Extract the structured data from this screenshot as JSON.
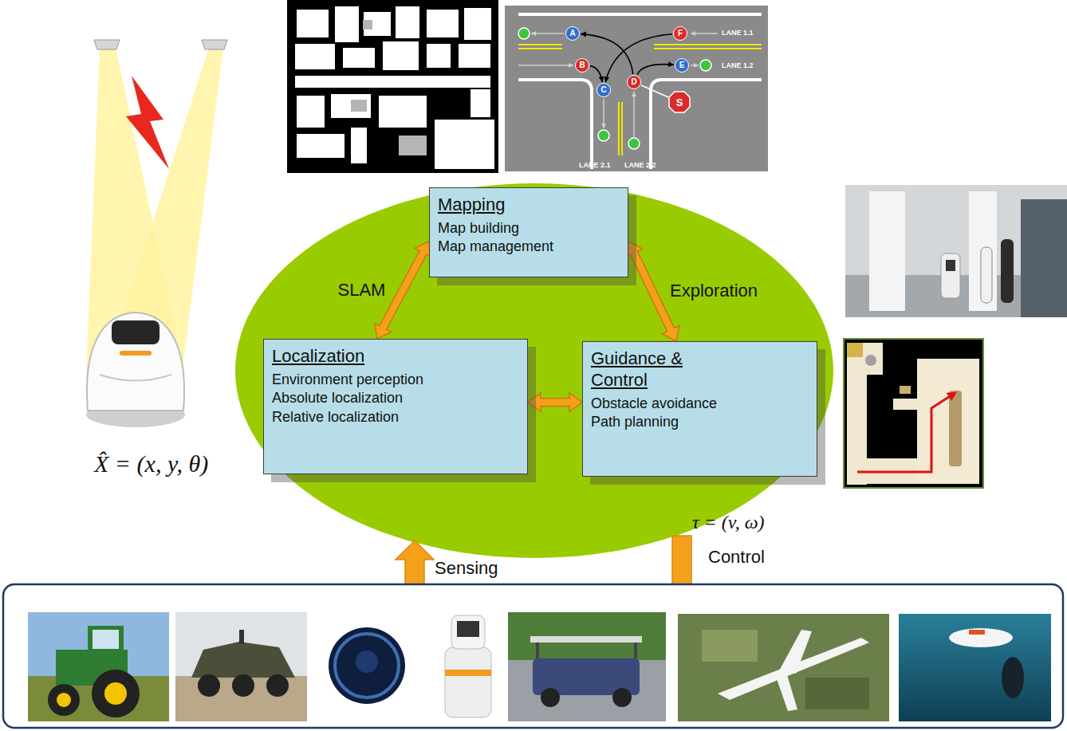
{
  "diagram": {
    "nodes": [
      {
        "text": [
          "A"
        ]
      },
      {
        "text": [
          "F"
        ]
      },
      {
        "text": [
          "B"
        ]
      },
      {
        "text": [
          "E"
        ]
      },
      {
        "text": [
          "C"
        ]
      },
      {
        "text": [
          "D"
        ]
      },
      {
        "text": [
          "S"
        ]
      },
      {
        "text": [
          "Mapping",
          "Map building",
          "Map management"
        ]
      },
      {
        "text": [
          "Localization",
          "Environment perception",
          "Absolute localization",
          "Relative localization"
        ]
      },
      {
        "text": [
          "Guidance & Control",
          "Obstacle avoidance",
          "Path planning"
        ]
      }
    ],
    "edges": [
      {
        "from": 1,
        "to": 4,
        "arrow": "to"
      },
      {
        "from": 2,
        "to": 4,
        "arrow": "to"
      },
      {
        "from": 5,
        "to": 0,
        "arrow": "to"
      },
      {
        "from": 5,
        "to": 3,
        "arrow": "to"
      },
      {
        "from": 6,
        "to": 5,
        "arrow": "none"
      },
      {
        "from": 7,
        "to": 8,
        "label": "SLAM",
        "arrow": "both"
      },
      {
        "from": 7,
        "to": 9,
        "label": "Exploration",
        "arrow": "both"
      },
      {
        "from": 8,
        "to": 9,
        "arrow": "both"
      }
    ],
    "labels": [
      "LANE 1.1",
      "LANE 1.2",
      "LANE 2.1",
      "LANE 2.2",
      "X̂ = (x, y, θ)",
      "τ = (v, ω)",
      "Control",
      "Sensing"
    ]
  }
}
